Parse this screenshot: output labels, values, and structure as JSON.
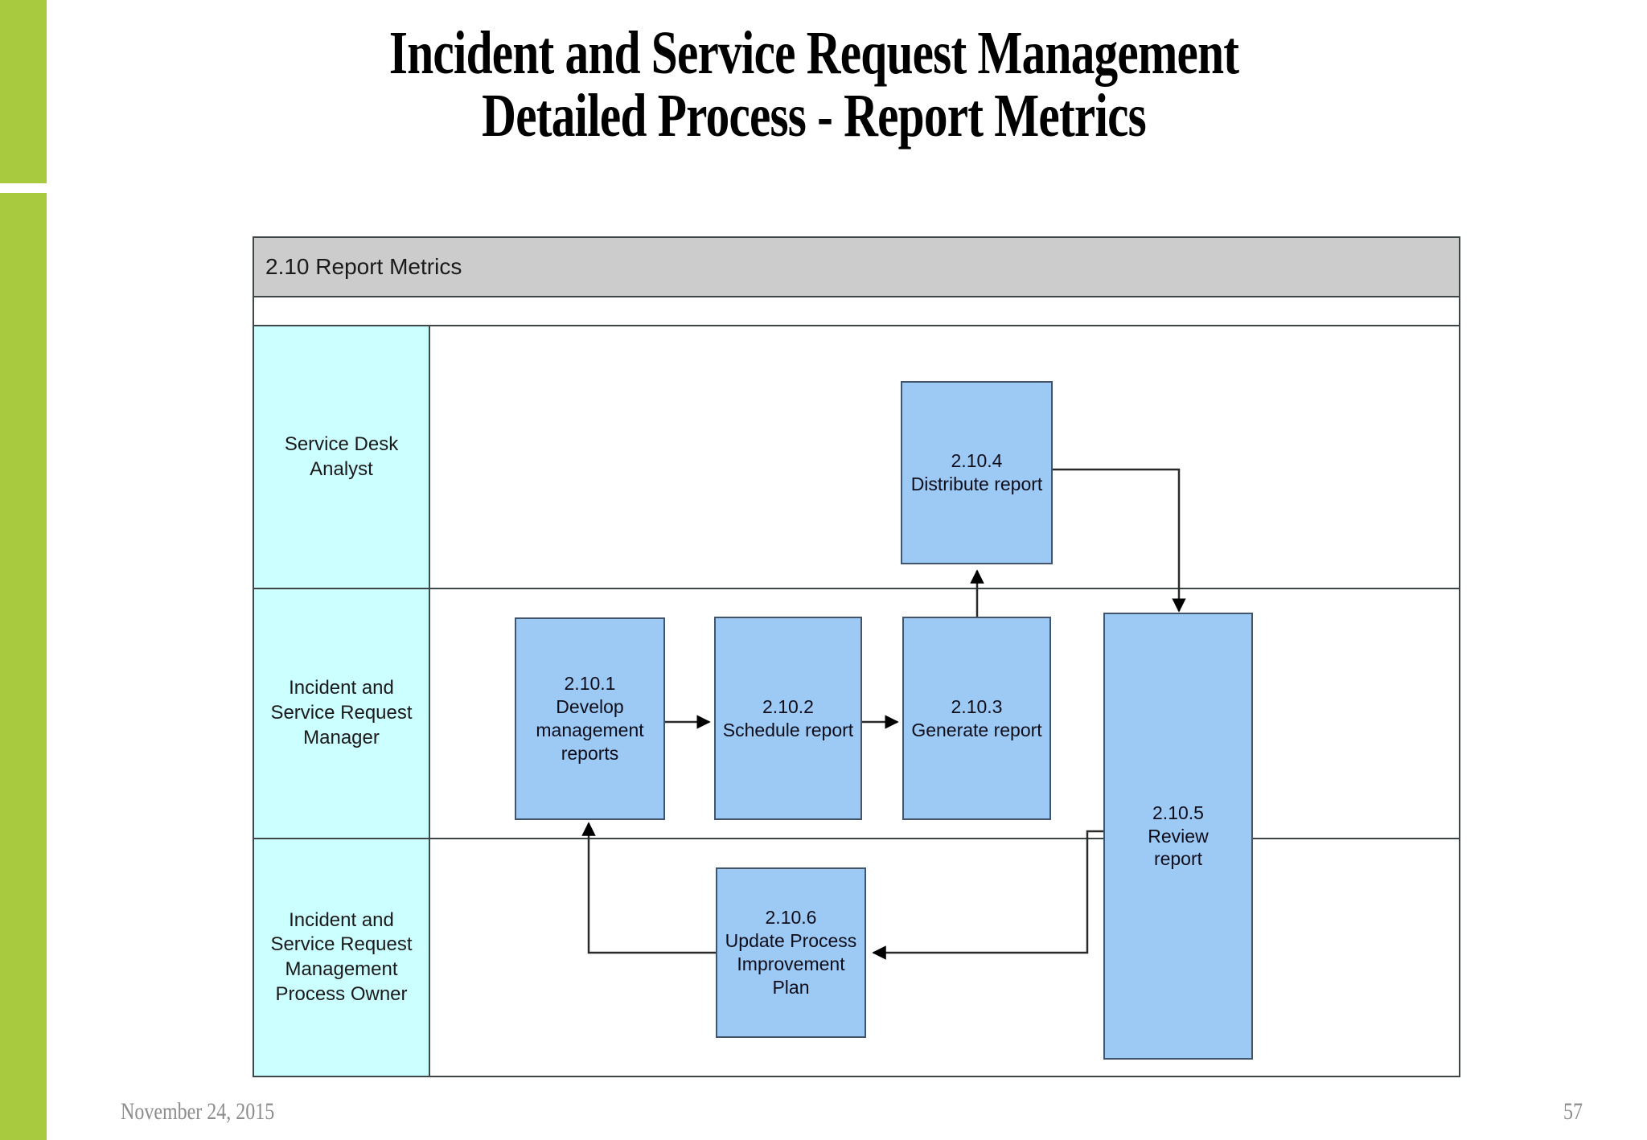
{
  "slide": {
    "title": "Incident and Service Request Management\nDetailed Process - Report Metrics",
    "accent_color": "#A8CA3E",
    "footer": {
      "date": "November 24, 2015",
      "page_number": "57"
    }
  },
  "diagram": {
    "header_label": "2.10 Report Metrics",
    "header_fill": "#CCCCCC",
    "lane_fill": "#CCFFFF",
    "node_fill": "#9DC9F5",
    "node_stroke": "#44546A",
    "lanes": [
      {
        "label": "Service Desk\nAnalyst"
      },
      {
        "label": "Incident and\nService Request\nManager"
      },
      {
        "label": "Incident and\nService Request\nManagement\nProcess Owner"
      }
    ],
    "nodes": [
      {
        "id": "2.10.1",
        "label": "2.10.1\nDevelop\nmanagement\nreports",
        "lane": 1
      },
      {
        "id": "2.10.2",
        "label": "2.10.2\nSchedule report",
        "lane": 1
      },
      {
        "id": "2.10.3",
        "label": "2.10.3\nGenerate report",
        "lane": 1
      },
      {
        "id": "2.10.4",
        "label": "2.10.4\nDistribute report",
        "lane": 0
      },
      {
        "id": "2.10.5",
        "label": "2.10.5\nReview\nreport",
        "lane": 1
      },
      {
        "id": "2.10.6",
        "label": "2.10.6\nUpdate Process\nImprovement Plan",
        "lane": 2
      }
    ],
    "flows": [
      {
        "from": "2.10.1",
        "to": "2.10.2"
      },
      {
        "from": "2.10.2",
        "to": "2.10.3"
      },
      {
        "from": "2.10.3",
        "to": "2.10.4"
      },
      {
        "from": "2.10.4",
        "to": "2.10.5"
      },
      {
        "from": "2.10.5",
        "to": "2.10.6"
      },
      {
        "from": "2.10.6",
        "to": "2.10.1"
      }
    ]
  }
}
